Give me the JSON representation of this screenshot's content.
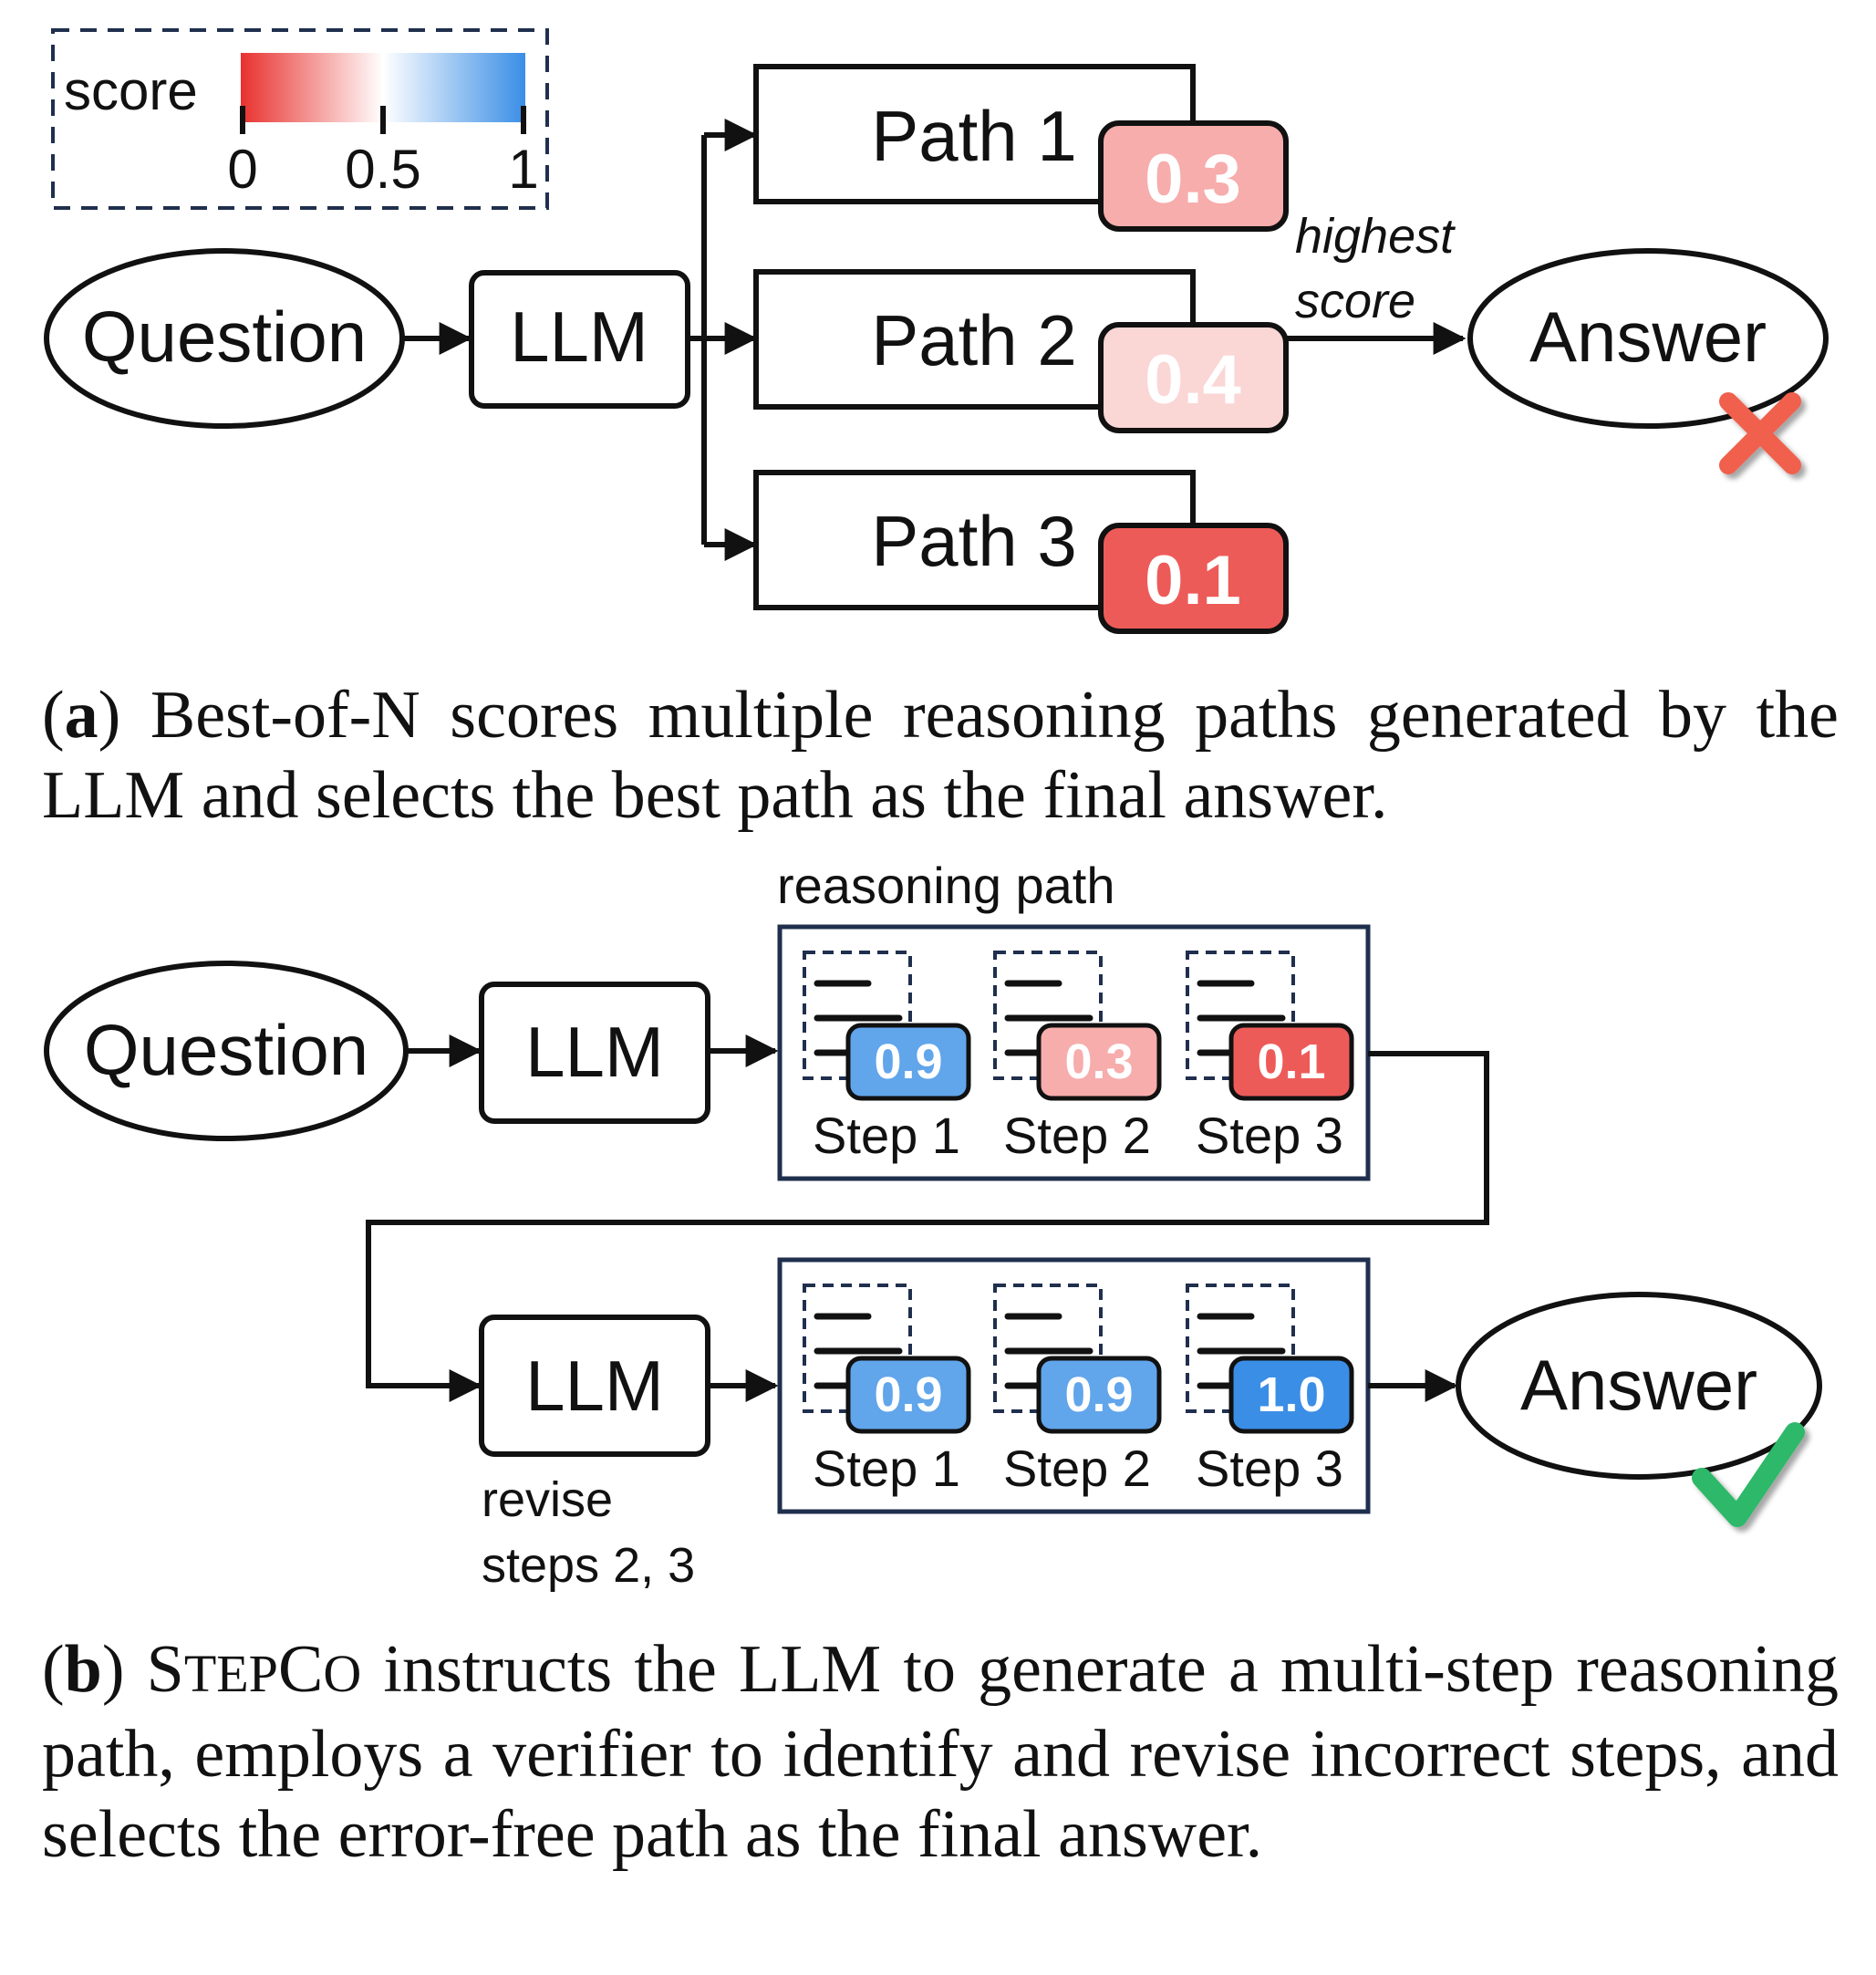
{
  "colors": {
    "low": "#e8322f",
    "high": "#3a8ee6",
    "outline": "#111111",
    "frame": "#1f2f4d",
    "check": "#2eb86a",
    "cross": "#f0604d"
  },
  "legend": {
    "label": "score",
    "ticks": [
      "0",
      "0.5",
      "1"
    ]
  },
  "panel_a": {
    "question": "Question",
    "llm": "LLM",
    "paths": [
      {
        "label": "Path 1",
        "score": "0.3",
        "value": 0.3
      },
      {
        "label": "Path 2",
        "score": "0.4",
        "value": 0.4
      },
      {
        "label": "Path 3",
        "score": "0.1",
        "value": 0.1
      }
    ],
    "arrow_label_1": "highest",
    "arrow_label_2": "score",
    "answer": "Answer",
    "answer_mark": "cross-icon",
    "caption_tag": "a",
    "caption_text": ") Best-of-N scores multiple reasoning paths generated by the LLM and selects the best path as the final answer."
  },
  "panel_b": {
    "question": "Question",
    "llm": "LLM",
    "frame_title": "reasoning path",
    "steps_first": [
      {
        "label": "Step 1",
        "score": "0.9",
        "value": 0.9
      },
      {
        "label": "Step 2",
        "score": "0.3",
        "value": 0.3
      },
      {
        "label": "Step 3",
        "score": "0.1",
        "value": 0.1
      }
    ],
    "llm_2": "LLM",
    "revise_line1": "revise",
    "revise_line2": "steps 2, 3",
    "steps_second": [
      {
        "label": "Step 1",
        "score": "0.9",
        "value": 0.9
      },
      {
        "label": "Step 2",
        "score": "0.9",
        "value": 0.9
      },
      {
        "label": "Step 3",
        "score": "1.0",
        "value": 1.0
      }
    ],
    "answer": "Answer",
    "answer_mark": "check-icon",
    "caption_tag": "b",
    "caption_name_1": "S",
    "caption_name_2": "TEP",
    "caption_name_3": "C",
    "caption_name_4": "O",
    "caption_text": " instructs the LLM to generate a multi-step reasoning path, employs a verifier to identify and revise incorrect steps, and selects the error-free path as the final answer."
  }
}
